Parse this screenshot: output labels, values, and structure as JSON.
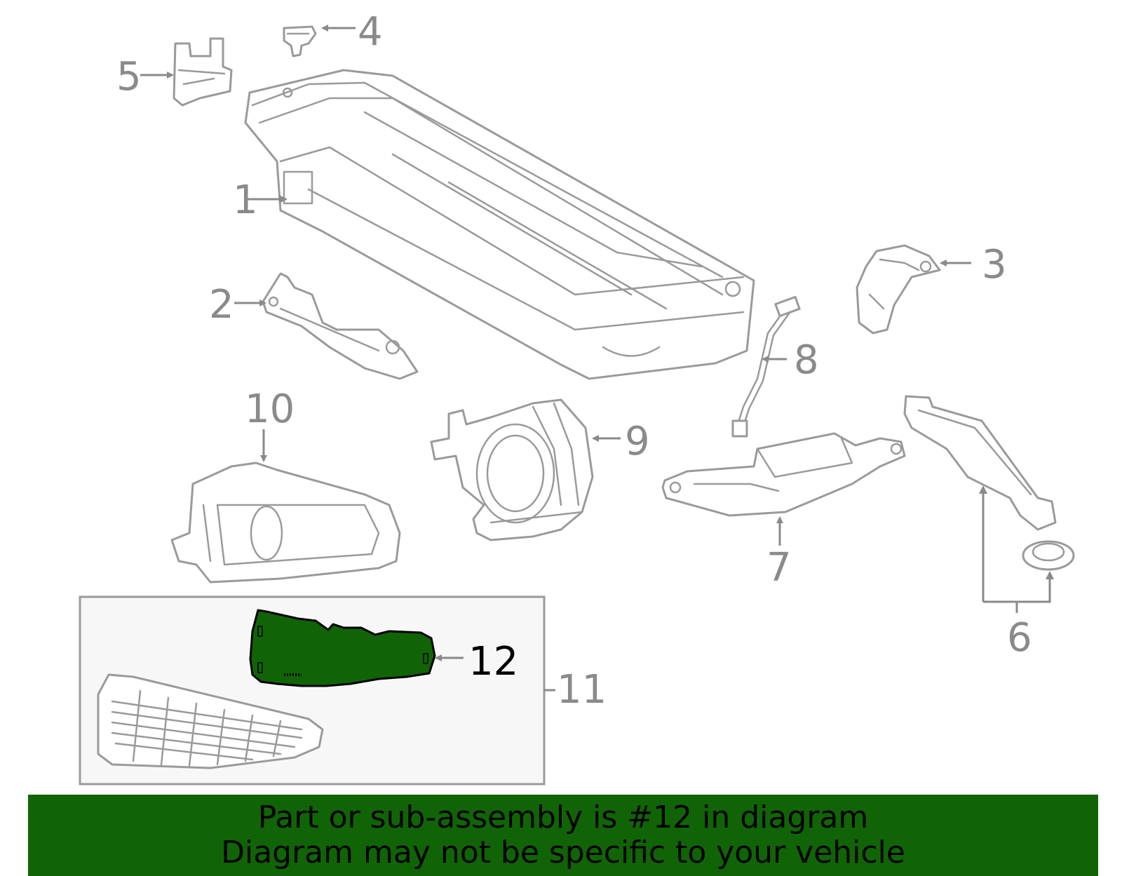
{
  "callouts": {
    "c1": "1",
    "c2": "2",
    "c3": "3",
    "c4": "4",
    "c5": "5",
    "c6": "6",
    "c7": "7",
    "c8": "8",
    "c9": "9",
    "c10": "10",
    "c11": "11",
    "c12": "12"
  },
  "highlight_part": "12",
  "colors": {
    "highlight": "#116406",
    "line": "#9a9a9a",
    "inset_background": "#f7f7f7",
    "banner": "#116406"
  },
  "banner": {
    "line1": "Part or sub-assembly is #12 in diagram",
    "line2": "Diagram may not be specific to your vehicle"
  }
}
